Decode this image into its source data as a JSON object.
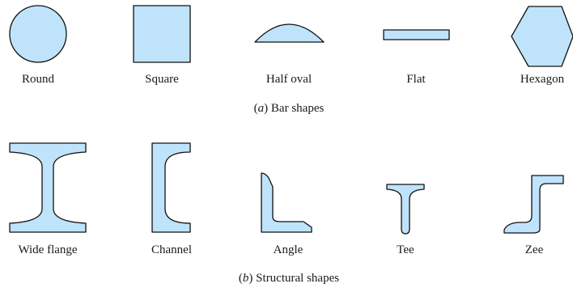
{
  "colors": {
    "fill": "#bfe3fb",
    "stroke": "#111111"
  },
  "bar_shapes": {
    "caption_letter": "a",
    "caption_text": "Bar shapes",
    "items": [
      {
        "label": "Round",
        "icon": "circle-shape-icon"
      },
      {
        "label": "Square",
        "icon": "square-shape-icon"
      },
      {
        "label": "Half oval",
        "icon": "half-oval-shape-icon"
      },
      {
        "label": "Flat",
        "icon": "flat-bar-shape-icon"
      },
      {
        "label": "Hexagon",
        "icon": "hexagon-shape-icon"
      }
    ]
  },
  "structural_shapes": {
    "caption_letter": "b",
    "caption_text": "Structural shapes",
    "items": [
      {
        "label": "Wide flange",
        "icon": "wide-flange-shape-icon"
      },
      {
        "label": "Channel",
        "icon": "channel-shape-icon"
      },
      {
        "label": "Angle",
        "icon": "angle-shape-icon"
      },
      {
        "label": "Tee",
        "icon": "tee-shape-icon"
      },
      {
        "label": "Zee",
        "icon": "zee-shape-icon"
      }
    ]
  }
}
